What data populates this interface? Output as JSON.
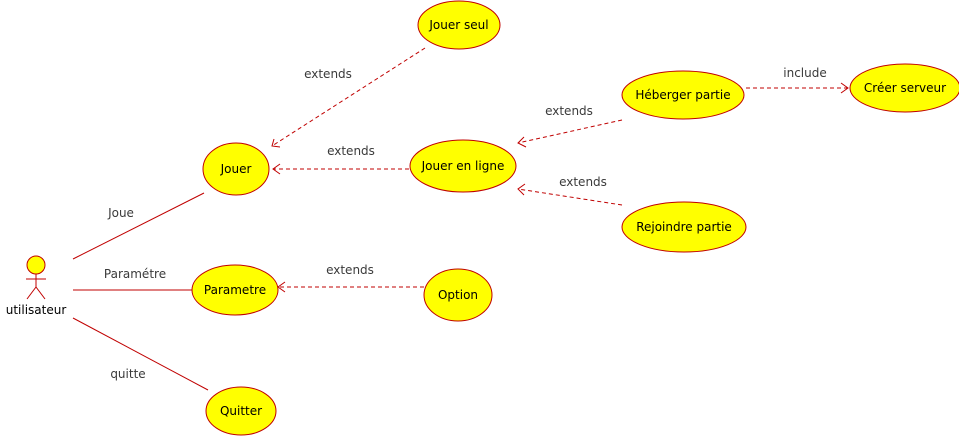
{
  "actor": {
    "label": "utilisateur"
  },
  "use_cases": {
    "jouer_seul": "Jouer seul",
    "heberger_partie": "Héberger partie",
    "creer_serveur": "Créer serveur",
    "jouer": "Jouer",
    "jouer_en_ligne": "Jouer en ligne",
    "rejoindre_partie": "Rejoindre partie",
    "parametre": "Parametre",
    "option": "Option",
    "quitter": "Quitter"
  },
  "associations": {
    "joue": "Joue",
    "parametre": "Paramétre",
    "quitte": "quitte"
  },
  "relations": {
    "jouer_seul_extends": "extends",
    "jouer_en_ligne_extends": "extends",
    "heberger_extends": "extends",
    "rejoindre_extends": "extends",
    "option_extends": "extends",
    "creer_serveur_include": "include"
  }
}
